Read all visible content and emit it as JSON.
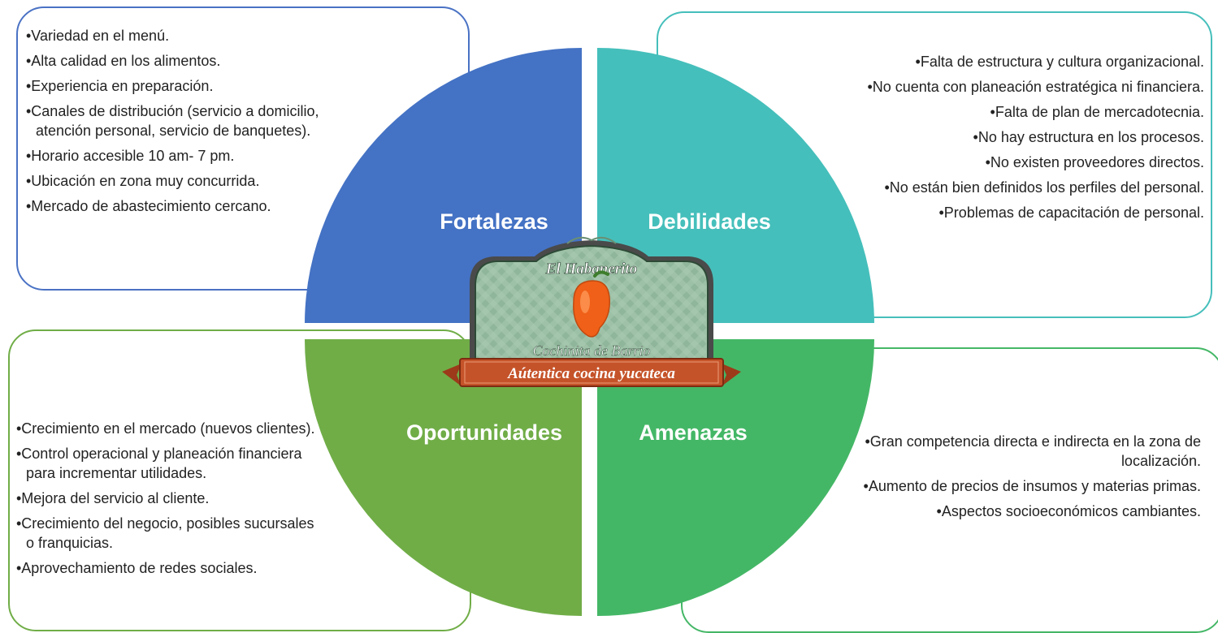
{
  "colors": {
    "fortalezas": "#4472c4",
    "debilidades": "#45bfbb",
    "oportunidades": "#70ad47",
    "amenazas": "#44b766"
  },
  "quadrants": {
    "fortalezas": "Fortalezas",
    "debilidades": "Debilidades",
    "oportunidades": "Oportunidades",
    "amenazas": "Amenazas"
  },
  "lists": {
    "fortalezas": [
      "•Variedad en el menú.",
      "•Alta calidad en los alimentos.",
      "•Experiencia en preparación.",
      "•Canales de distribución (servicio a domicilio, atención personal, servicio de banquetes).",
      "•Horario accesible 10 am- 7 pm.",
      "•Ubicación en zona muy concurrida.",
      "•Mercado de abastecimiento cercano."
    ],
    "debilidades": [
      "•Falta de estructura y cultura organizacional.",
      "•No cuenta con planeación estratégica ni financiera.",
      "•Falta de plan de mercadotecnia.",
      "•No hay estructura en los procesos.",
      "•No existen proveedores directos.",
      "•No están bien definidos los perfiles del personal.",
      "•Problemas de capacitación de personal."
    ],
    "oportunidades": [
      "•Crecimiento en el mercado (nuevos clientes).",
      "•Control operacional y planeación financiera para incrementar utilidades.",
      "•Mejora del servicio al cliente.",
      "•Crecimiento del negocio, posibles sucursales o franquicias.",
      "•Aprovechamiento de redes sociales."
    ],
    "amenazas": [
      "•Gran competencia directa e indirecta en la zona de localización.",
      "•Aumento de precios de insumos y materias primas.",
      "•Aspectos socioeconómicos cambiantes."
    ]
  },
  "logo": {
    "name": "El Habanerito",
    "subtitle": "Cochinita de Barrio",
    "ribbon": "Aútentica cocina yucateca"
  }
}
